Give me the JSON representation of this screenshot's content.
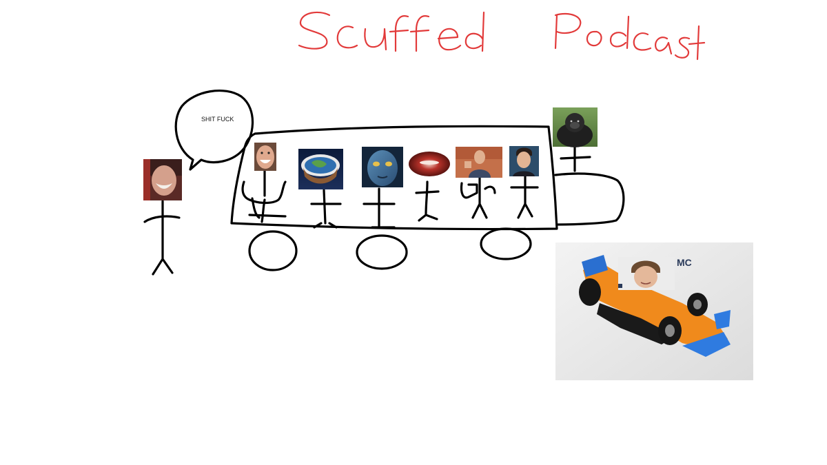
{
  "title": {
    "text": "Scuffed Podcast",
    "color": "#e23a3a"
  },
  "speech_bubble": {
    "text": "SHIT FUCK"
  },
  "photos": {
    "screaming_man": {
      "icon": "screaming-face-photo"
    },
    "grinning_face": {
      "icon": "grinning-face-photo"
    },
    "flat_earth": {
      "icon": "flat-earth-photo"
    },
    "avatar_navi": {
      "icon": "navi-face-photo"
    },
    "red_emblem": {
      "icon": "red-circle-logo-photo"
    },
    "bald_man": {
      "icon": "bald-man-photo"
    },
    "young_man": {
      "icon": "young-man-photo"
    },
    "gorilla": {
      "icon": "gorilla-photo"
    },
    "race_car": {
      "icon": "orange-f1-car-photo",
      "driver_icon": "driver-face-photo",
      "car_lettering": "MC"
    }
  }
}
